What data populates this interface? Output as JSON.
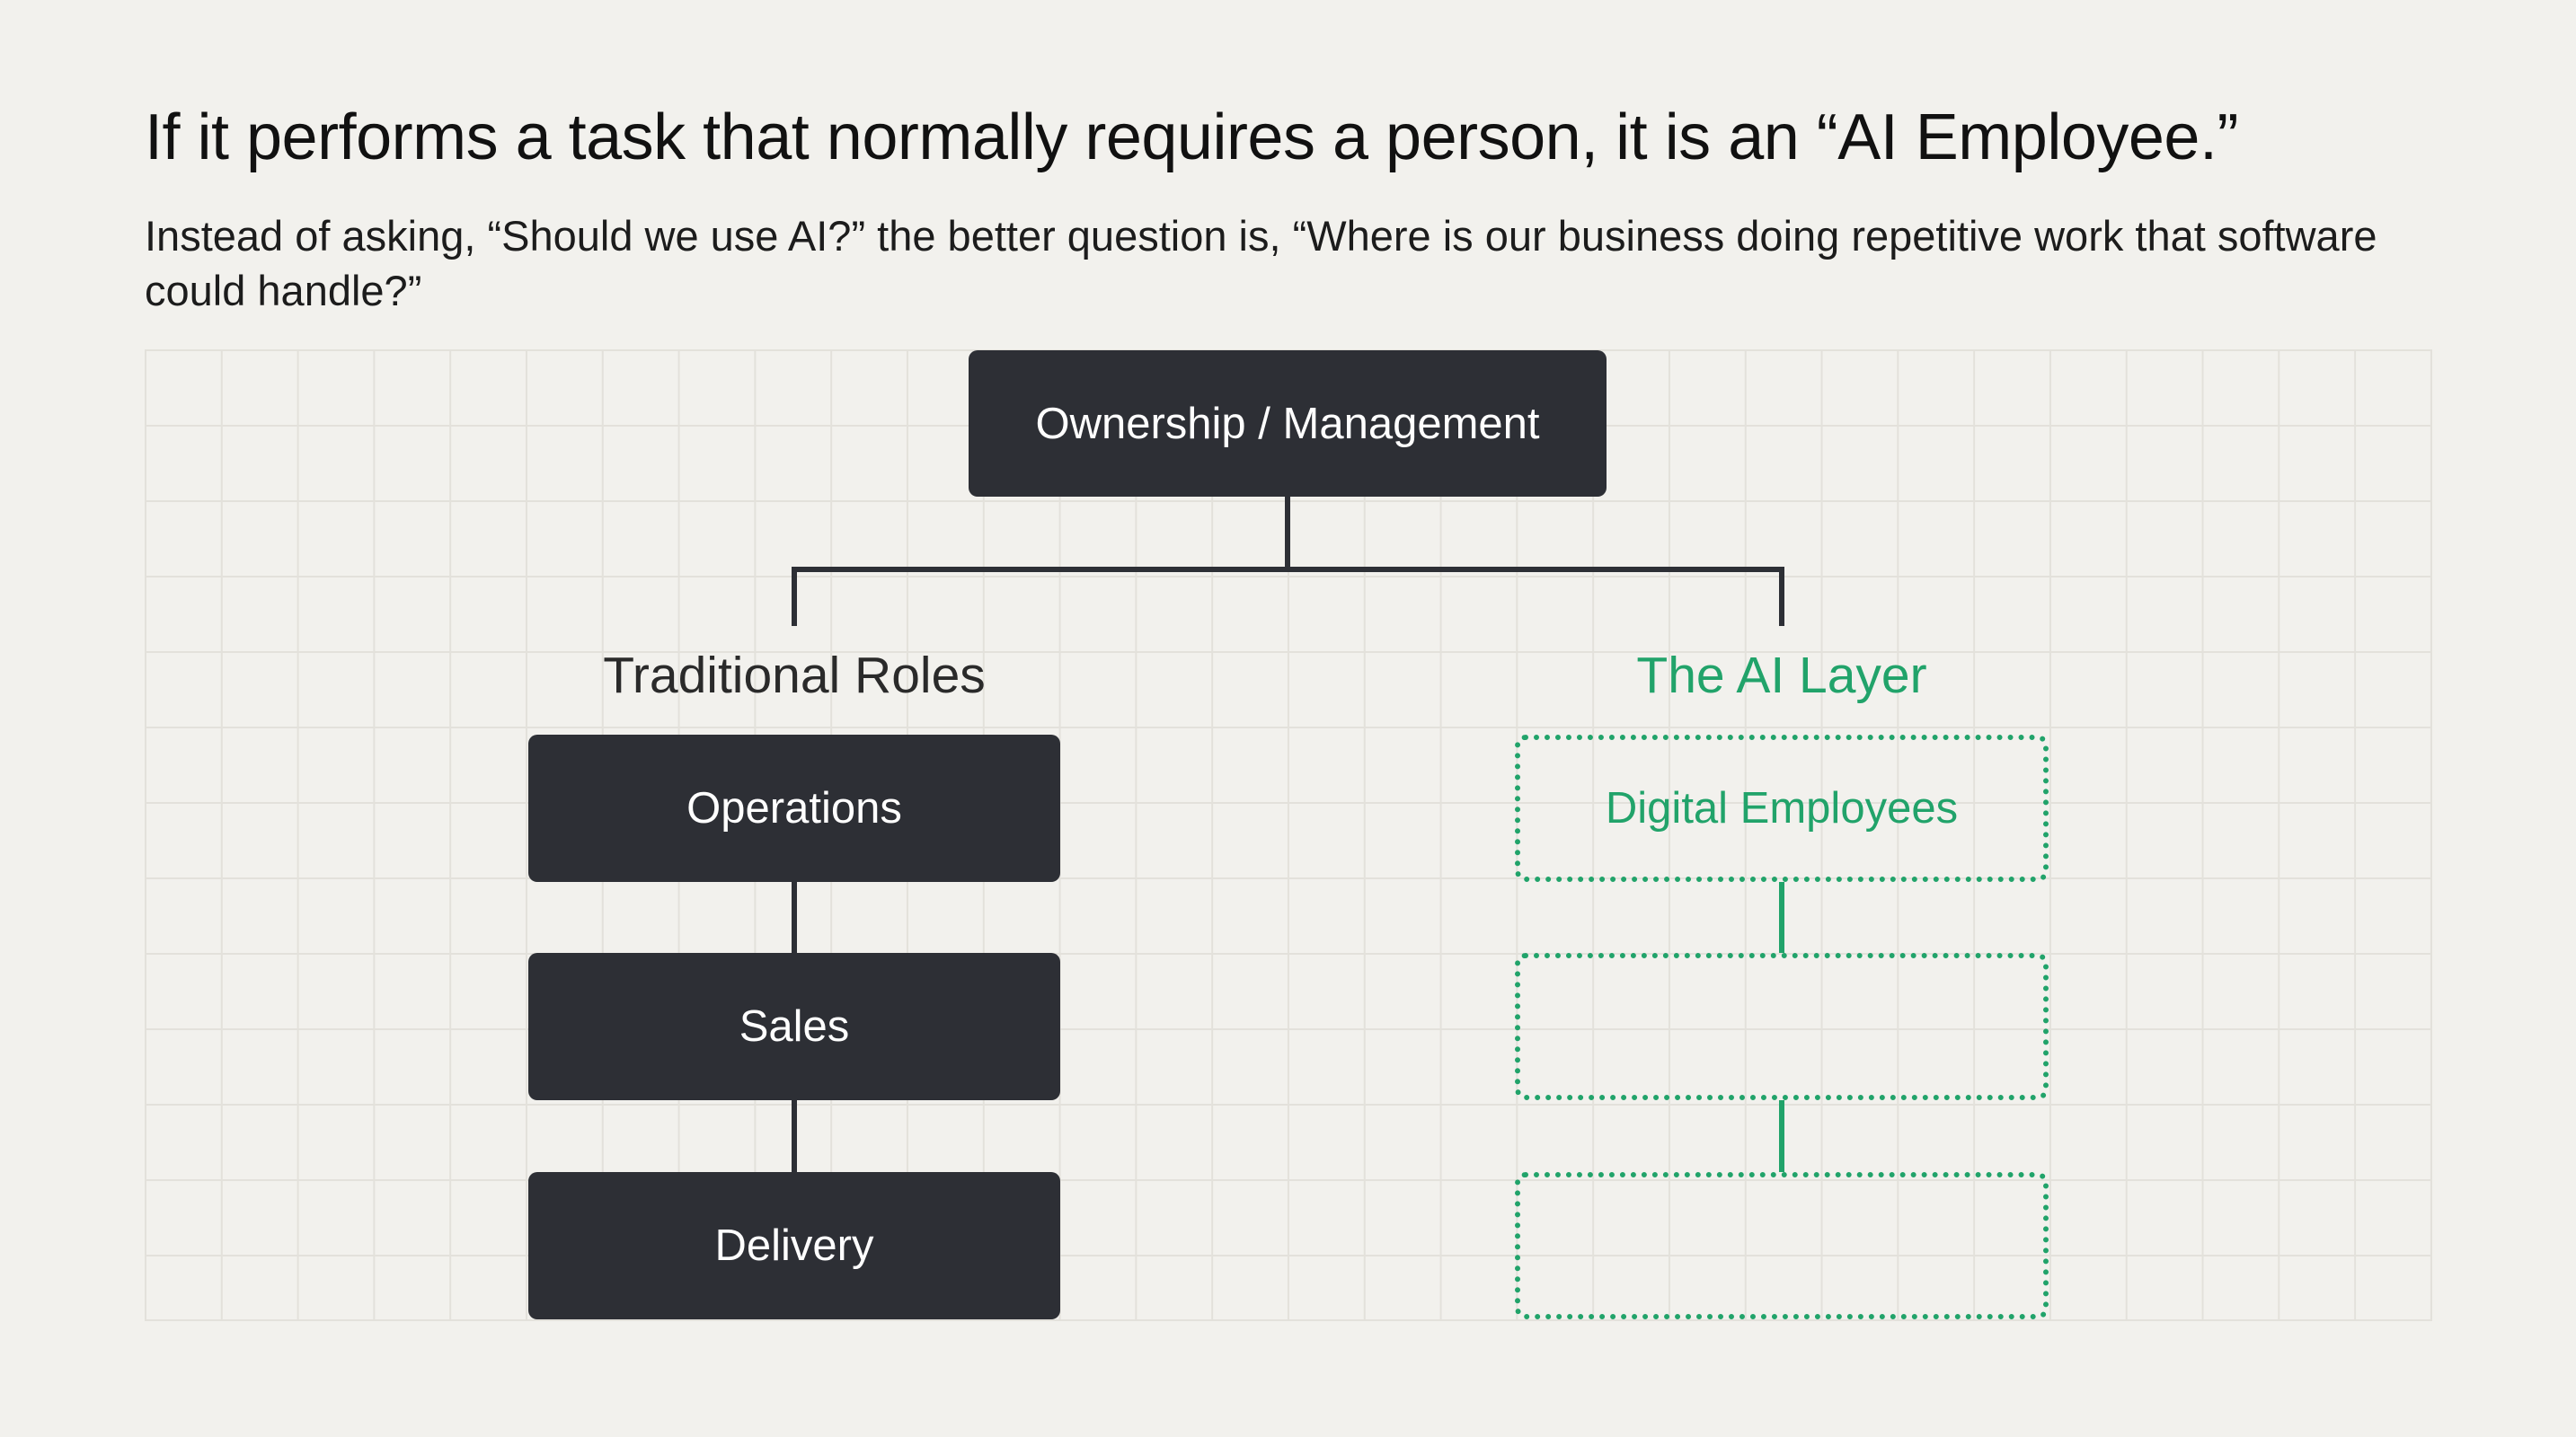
{
  "headline": "If it performs a task that normally requires a person, it is an “AI Employee.”",
  "subhead": "Instead of asking, “Should we use AI?” the better question is, “Where is our business doing repetitive work that software could handle?”",
  "diagram": {
    "root": {
      "label": "Ownership / Management"
    },
    "traditional": {
      "title": "Traditional Roles",
      "roles": [
        "Operations",
        "Sales",
        "Delivery"
      ]
    },
    "ai_layer": {
      "title": "The AI Layer",
      "slots": [
        "Digital Employees",
        "",
        ""
      ]
    }
  },
  "colors": {
    "dark_box": "#2d2f35",
    "accent_green": "#21a36a",
    "background": "#f2f1ed"
  }
}
